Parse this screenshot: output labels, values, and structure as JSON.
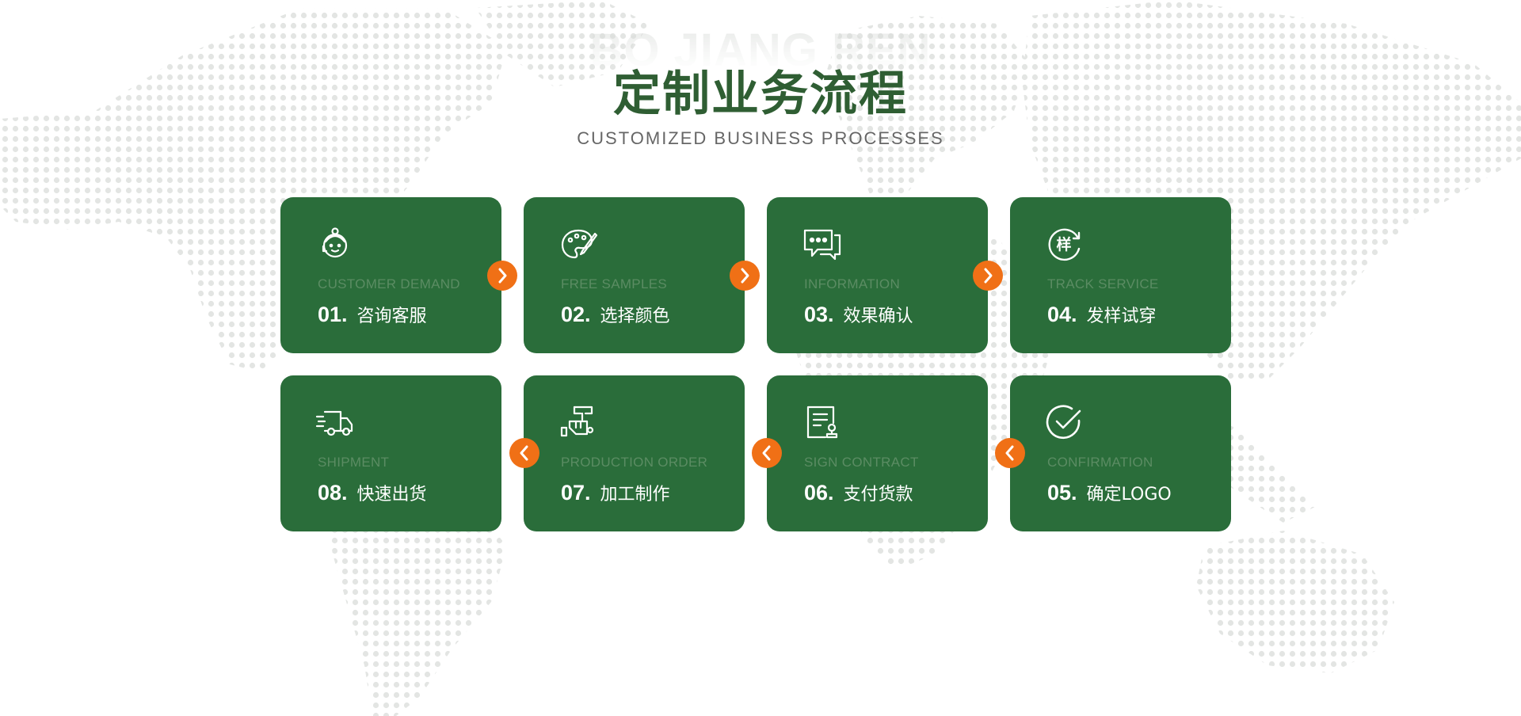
{
  "header": {
    "background_word": "BO JIANG REN",
    "title": "定制业务流程",
    "subtitle": "CUSTOMIZED BUSINESS PROCESSES"
  },
  "colors": {
    "card_bg": "#2a6d3a",
    "title": "#2f5e33",
    "arrow": "#f07016",
    "en_label": "#5b8c63",
    "map_dots": "#e4e6e4"
  },
  "steps": [
    {
      "number": "01.",
      "cn": "咨询客服",
      "en": "CUSTOMER DEMAND",
      "icon": "customer-service-icon"
    },
    {
      "number": "02.",
      "cn": "选择颜色",
      "en": "FREE SAMPLES",
      "icon": "palette-icon"
    },
    {
      "number": "03.",
      "cn": "效果确认",
      "en": "INFORMATION",
      "icon": "chat-bubble-icon"
    },
    {
      "number": "04.",
      "cn": "发样试穿",
      "en": "TRACK SERVICE",
      "icon": "sample-cycle-icon",
      "icon_text": "样"
    },
    {
      "number": "05.",
      "cn": "确定LOGO",
      "en": "CONFIRMATION",
      "icon": "check-circle-icon"
    },
    {
      "number": "06.",
      "cn": "支付货款",
      "en": "SIGN CONTRACT",
      "icon": "contract-icon"
    },
    {
      "number": "07.",
      "cn": "加工制作",
      "en": "PRODUCTION ORDER",
      "icon": "production-hand-icon"
    },
    {
      "number": "08.",
      "cn": "快速出货",
      "en": "SHIPMENT",
      "icon": "delivery-truck-icon"
    }
  ],
  "arrows": [
    {
      "direction": "right",
      "icon": "chevron-right-icon"
    },
    {
      "direction": "right",
      "icon": "chevron-right-icon"
    },
    {
      "direction": "right",
      "icon": "chevron-right-icon"
    },
    {
      "direction": "left",
      "icon": "chevron-left-icon"
    },
    {
      "direction": "left",
      "icon": "chevron-left-icon"
    },
    {
      "direction": "left",
      "icon": "chevron-left-icon"
    }
  ]
}
